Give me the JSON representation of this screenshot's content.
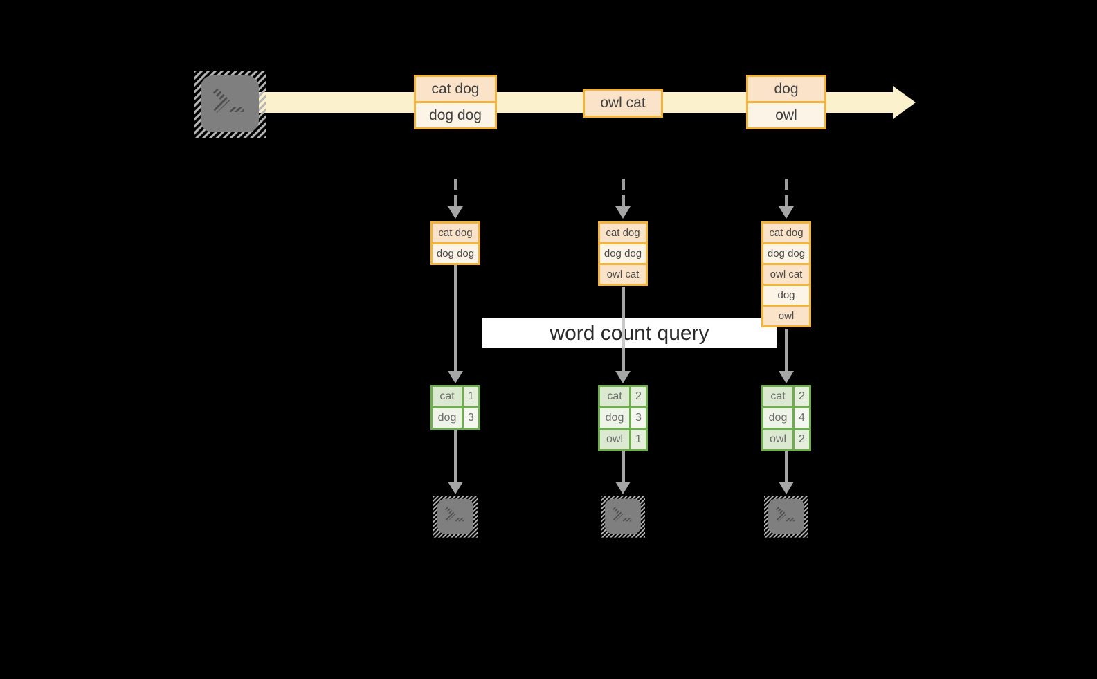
{
  "banner": {
    "label": "word count query"
  },
  "stream": {
    "event_groups": [
      {
        "cells": [
          "cat dog",
          "dog dog"
        ]
      },
      {
        "cells": [
          "owl cat"
        ]
      },
      {
        "cells": [
          "dog",
          "owl"
        ]
      }
    ]
  },
  "columns": [
    {
      "buffer": [
        "cat dog",
        "dog dog"
      ],
      "counts": [
        {
          "word": "cat",
          "count": "1"
        },
        {
          "word": "dog",
          "count": "3"
        }
      ]
    },
    {
      "buffer": [
        "cat dog",
        "dog dog",
        "owl cat"
      ],
      "counts": [
        {
          "word": "cat",
          "count": "2"
        },
        {
          "word": "dog",
          "count": "3"
        },
        {
          "word": "owl",
          "count": "1"
        }
      ]
    },
    {
      "buffer": [
        "cat dog",
        "dog dog",
        "owl cat",
        "dog",
        "owl"
      ],
      "counts": [
        {
          "word": "cat",
          "count": "2"
        },
        {
          "word": "dog",
          "count": "4"
        },
        {
          "word": "owl",
          "count": "2"
        }
      ]
    }
  ],
  "icons": {
    "source": "terminal-icon",
    "sink": "terminal-icon"
  },
  "colors": {
    "background": "#000000",
    "stream": "#fbf1cd",
    "box_border": "#f2b43c",
    "box_fill_dark": "#fae3c8",
    "box_fill_light": "#fdf4e8",
    "table_border": "#6fae4e",
    "table_fill_dark": "#dbe9d1",
    "table_fill_light": "#eef4e8",
    "arrow_gray": "#a6a6a6",
    "terminal_gray": "#7f7f7f",
    "banner_bg": "#ffffff"
  }
}
